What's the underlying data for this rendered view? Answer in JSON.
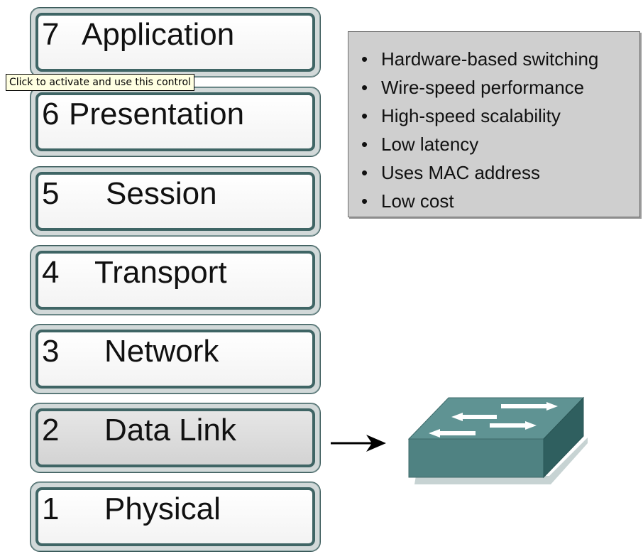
{
  "layers": [
    {
      "number": "7",
      "name": "Application"
    },
    {
      "number": "6",
      "name": "Presentation"
    },
    {
      "number": "5",
      "name": "Session"
    },
    {
      "number": "4",
      "name": "Transport"
    },
    {
      "number": "3",
      "name": "Network"
    },
    {
      "number": "2",
      "name": "Data Link"
    },
    {
      "number": "1",
      "name": "Physical"
    }
  ],
  "tooltip": "Click to activate and use this control",
  "features": [
    "Hardware-based switching",
    "Wire-speed performance",
    "High-speed scalability",
    "Low latency",
    "Uses MAC address",
    "Low cost"
  ],
  "bullet": "•",
  "colors": {
    "layer_border": "#3f6565",
    "switch_body": "#5f9393",
    "features_bg": "#cfcfcf"
  },
  "icons": {
    "arrow": "arrow-right-icon",
    "device": "switch-icon"
  }
}
